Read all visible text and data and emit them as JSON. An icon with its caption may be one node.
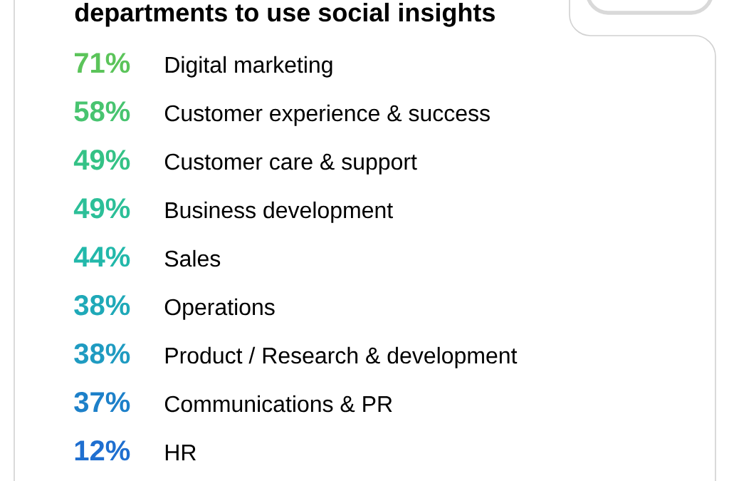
{
  "diagram": {
    "title": "departments to use social insights",
    "labels": [
      "71%",
      "Digital marketing",
      "58%",
      "Customer experience & success",
      "49%",
      "Customer care & support",
      "49%",
      "Business development",
      "44%",
      "Sales",
      "38%",
      "Operations",
      "38%",
      "Product / Research & development",
      "37%",
      "Communications & PR",
      "12%",
      "HR"
    ]
  }
}
